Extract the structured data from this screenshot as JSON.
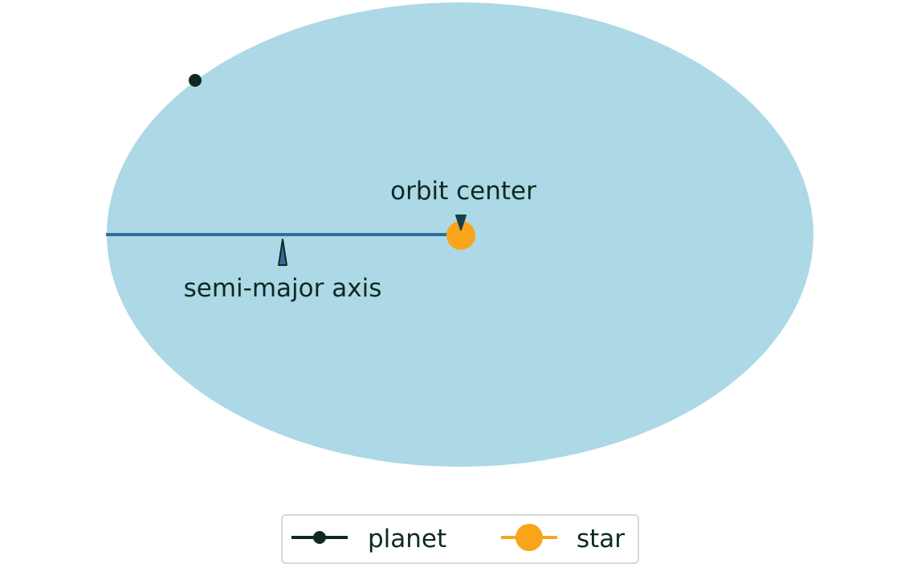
{
  "diagram": {
    "annotations": {
      "orbit_center": "orbit center",
      "semi_major_axis": "semi-major axis"
    },
    "legend": {
      "items": [
        {
          "label": "planet",
          "marker": "small-dot-with-line",
          "color": "#0f2a20"
        },
        {
          "label": "star",
          "marker": "large-dot-with-line",
          "color": "#f9a51b"
        }
      ]
    },
    "colors": {
      "orbit_fill": "#add8e6",
      "axis_line": "#2e6f9e",
      "planet": "#0f2a20",
      "star": "#f9a51b",
      "text": "#0d2a22",
      "arrow": "#1b3f4a"
    }
  }
}
